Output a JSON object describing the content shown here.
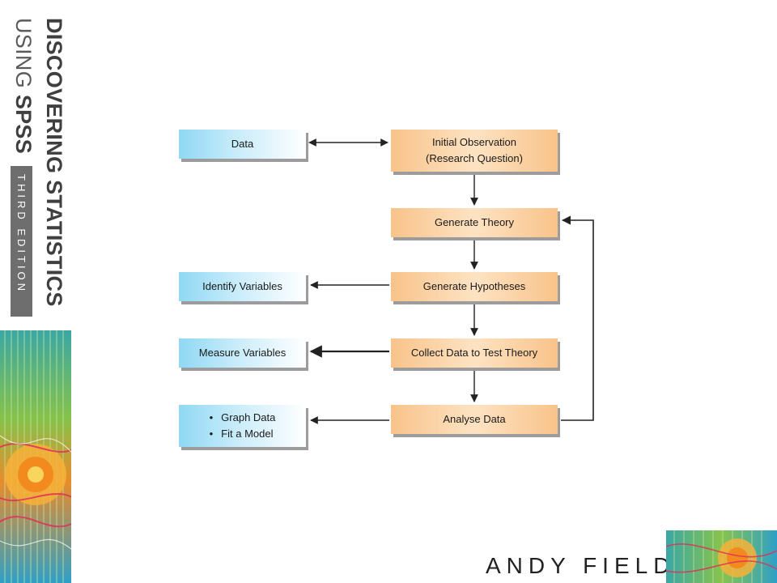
{
  "cover": {
    "title_line1": "DISCOVERING STATISTICS",
    "title_line2_prefix": "USING ",
    "title_line2_bold": "SPSS",
    "edition": "THIRD EDITION",
    "author": "ANDY FIELD"
  },
  "diagram": {
    "data": "Data",
    "initial_observation": [
      "Initial Observation",
      "(Research Question)"
    ],
    "generate_theory": "Generate Theory",
    "generate_hypotheses": "Generate Hypotheses",
    "identify_variables": "Identify Variables",
    "collect_data": "Collect Data to Test Theory",
    "measure_variables": "Measure Variables",
    "analyse_data": "Analyse Data",
    "model_items": [
      "Graph Data",
      "Fit a Model"
    ]
  },
  "colors": {
    "process_box": "#f9c38a",
    "output_box": "#8fd8f4",
    "arrow": "#222222",
    "spine_text": "#3f3f3f"
  }
}
